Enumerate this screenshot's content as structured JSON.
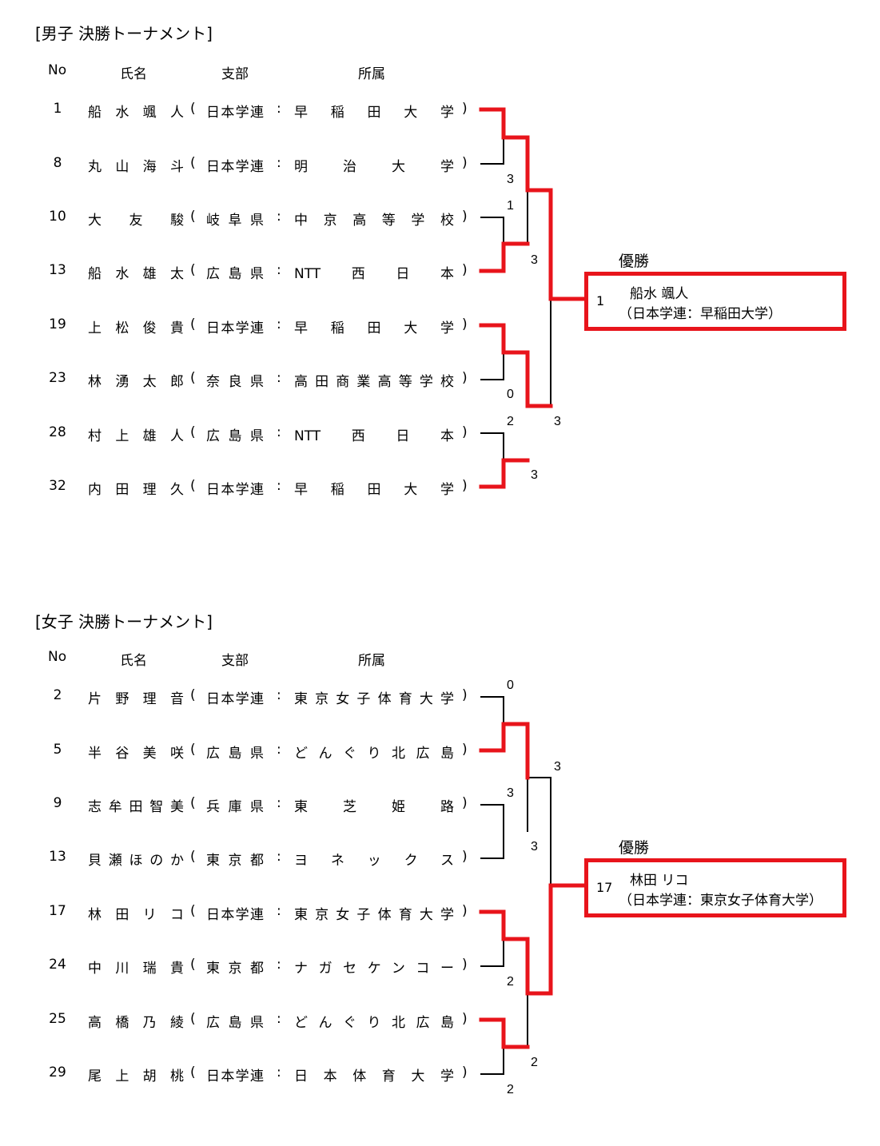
{
  "colors": {
    "win": "#e8141b",
    "line": "#000000"
  },
  "men": {
    "title": "[男子 決勝トーナメント]",
    "headers": {
      "no": "No",
      "name": "氏名",
      "branch": "支部",
      "affiliation": "所属"
    },
    "players": [
      {
        "no": "1",
        "name": "船水颯人",
        "branch": "日本学連",
        "affiliation": "早稲田大学"
      },
      {
        "no": "8",
        "name": "丸山海斗",
        "branch": "日本学連",
        "affiliation": "明治大学"
      },
      {
        "no": "10",
        "name": "大友駿",
        "branch": "岐阜県",
        "affiliation": "中京高等学校"
      },
      {
        "no": "13",
        "name": "船水雄太",
        "branch": "広島県",
        "affiliation": "NTT西日本"
      },
      {
        "no": "19",
        "name": "上松俊貴",
        "branch": "日本学連",
        "affiliation": "早稲田大学"
      },
      {
        "no": "23",
        "name": "林湧太郎",
        "branch": "奈良県",
        "affiliation": "高田商業高等学校"
      },
      {
        "no": "28",
        "name": "村上雄人",
        "branch": "広島県",
        "affiliation": "NTT西日本"
      },
      {
        "no": "32",
        "name": "内田理久",
        "branch": "日本学連",
        "affiliation": "早稲田大学"
      }
    ],
    "scores": {
      "r1m1_loser": "3",
      "r1m2_top": "1",
      "r1m2_bottom": "3",
      "r1m3_loser": "0",
      "r1m4_top": "2",
      "r1m4_bottom": "3",
      "semi2_score": "3"
    },
    "champion": {
      "label": "優勝",
      "no": "1",
      "name": "船水 颯人",
      "affiliation": "（日本学連：早稲田大学）"
    }
  },
  "women": {
    "title": "[女子 決勝トーナメント]",
    "headers": {
      "no": "No",
      "name": "氏名",
      "branch": "支部",
      "affiliation": "所属"
    },
    "players": [
      {
        "no": "2",
        "name": "片野理音",
        "branch": "日本学連",
        "affiliation": "東京女子体育大学"
      },
      {
        "no": "5",
        "name": "半谷美咲",
        "branch": "広島県",
        "affiliation": "どんぐり北広島"
      },
      {
        "no": "9",
        "name": "志牟田智美",
        "branch": "兵庫県",
        "affiliation": "東芝姫路"
      },
      {
        "no": "13",
        "name": "貝瀬ほのか",
        "branch": "東京都",
        "affiliation": "ヨネックス"
      },
      {
        "no": "17",
        "name": "林田リコ",
        "branch": "日本学連",
        "affiliation": "東京女子体育大学"
      },
      {
        "no": "24",
        "name": "中川瑞貴",
        "branch": "東京都",
        "affiliation": "ナガセケンコー"
      },
      {
        "no": "25",
        "name": "高橋乃綾",
        "branch": "広島県",
        "affiliation": "どんぐり北広島"
      },
      {
        "no": "29",
        "name": "尾上胡桃",
        "branch": "日本学連",
        "affiliation": "日本体育大学"
      }
    ],
    "scores": {
      "r1m1_loser": "0",
      "r1m2_top": "3",
      "r1m2_bottom": "3",
      "semi1_score": "3",
      "r1m3_loser": "2",
      "r1m4_top": "2",
      "r1m4_bottom": "2"
    },
    "champion": {
      "label": "優勝",
      "no": "17",
      "name": "林田 リコ",
      "affiliation": "（日本学連：東京女子体育大学）"
    }
  }
}
